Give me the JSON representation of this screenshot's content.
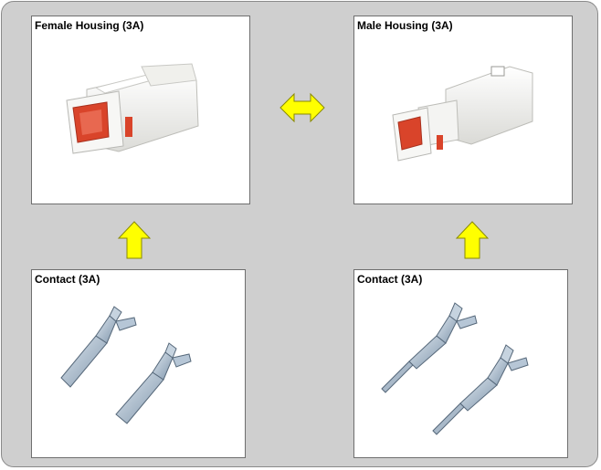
{
  "panels": {
    "female_housing": {
      "title": "Female Housing (3A)"
    },
    "male_housing": {
      "title": "Male Housing (3A)"
    },
    "contact_left": {
      "title": "Contact (3A)"
    },
    "contact_right": {
      "title": "Contact (3A)"
    }
  },
  "colors": {
    "background": "#cfcfcf",
    "housing_white": "#f4f4f2",
    "housing_seal": "#d9442a",
    "arrow_fill": "#ffff00",
    "arrow_stroke": "#8a8a00",
    "metal": "#9fb3c8"
  },
  "icons": {
    "horizontal_arrow": "double-arrow-left-right",
    "vertical_arrow": "arrow-up"
  }
}
